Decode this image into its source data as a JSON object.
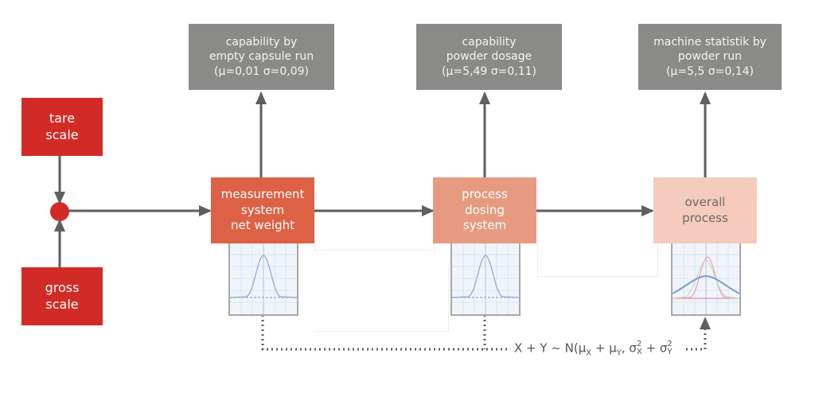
{
  "colors": {
    "stat_box": "#8a8a88",
    "scale_box": "#d22b27",
    "measurement": "#dd6145",
    "dosing": "#e69b80",
    "overall": "#f5cbbd",
    "arrow": "#5f5f5f",
    "curve": "#9db4d8"
  },
  "stat_boxes": [
    {
      "lines": [
        "capability by",
        "empty capsule run",
        "(μ=0,01 σ=0,09)"
      ]
    },
    {
      "lines": [
        "capability",
        "powder dosage",
        "(μ=5,49 σ=0,11)"
      ]
    },
    {
      "lines": [
        "machine statistik by",
        "powder run",
        "(μ=5,5 σ=0,14)"
      ]
    }
  ],
  "scales": {
    "tare": [
      "tare",
      "scale"
    ],
    "gross": [
      "gross",
      "scale"
    ]
  },
  "process_boxes": [
    {
      "lines": [
        "measurement",
        "system",
        "net weight"
      ]
    },
    {
      "lines": [
        "process",
        "dosing",
        "system"
      ]
    },
    {
      "lines": [
        "overall",
        "process"
      ]
    }
  ],
  "formula": {
    "prefix": "X + Y ~ N(μ",
    "sub_x": "X",
    "plus1": " + μ",
    "sub_y": "Y",
    "comma": ", σ",
    "sup2a": "2",
    "sub_x2": "X",
    "plus2": " + σ",
    "sup2b": "2",
    "sub_y2": "Y"
  }
}
